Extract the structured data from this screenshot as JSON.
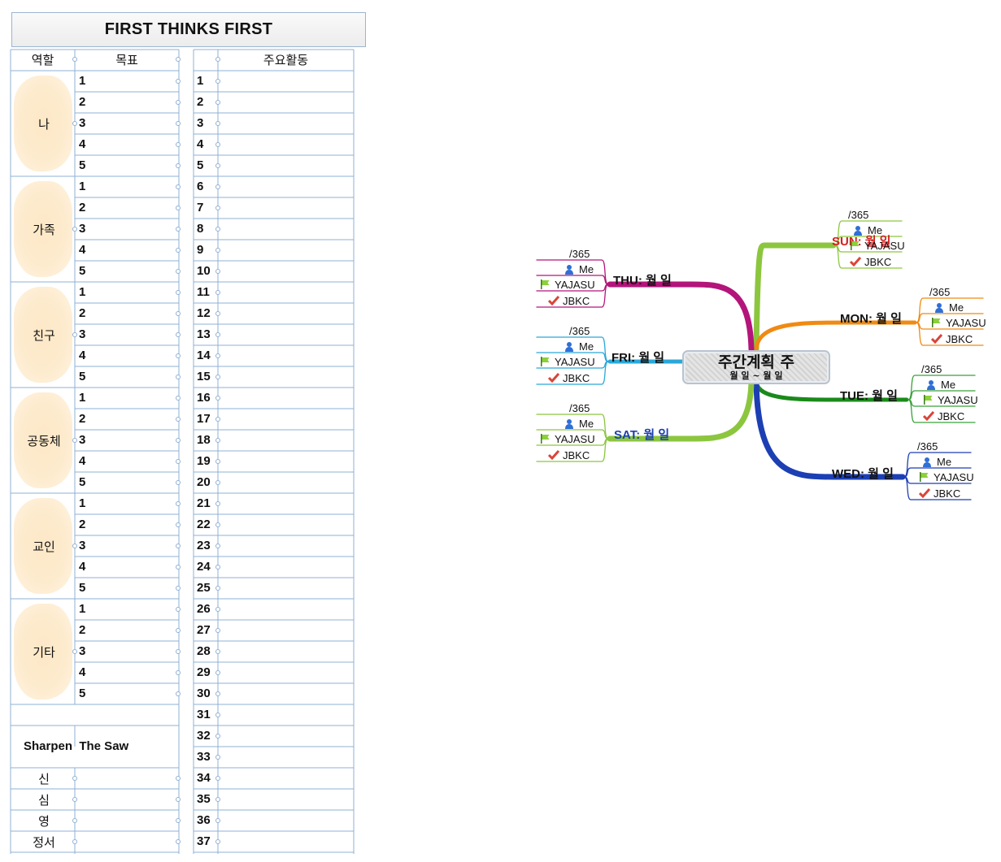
{
  "planner": {
    "title": "FIRST THINKS FIRST",
    "headers": {
      "role": "역할",
      "goal": "목표",
      "activity": "주요활동"
    },
    "roles": [
      "나",
      "가족",
      "친구",
      "공동체",
      "교인",
      "기타"
    ],
    "goal_numbers": [
      "1",
      "2",
      "3",
      "4",
      "5"
    ],
    "activity_count": 37,
    "sharpen_label": "Sharpen  The Saw",
    "sharpen_items": [
      "신",
      "심",
      "영",
      "정서"
    ]
  },
  "mindmap": {
    "central": {
      "title": "주간계획 주",
      "subtitle": "월 일 ~ 월 일"
    },
    "days": [
      {
        "label": "SUN: 월 일",
        "color": "#d42020",
        "branch": "#8cc63f",
        "leaf_line": "#8cc63f",
        "side": "right"
      },
      {
        "label": "MON: 월 일",
        "color": "#111111",
        "branch": "#f08a12",
        "leaf_line": "#f08a12",
        "side": "right"
      },
      {
        "label": "TUE: 월 일",
        "color": "#111111",
        "branch": "#1a8a1a",
        "leaf_line": "#3aa03a",
        "side": "right"
      },
      {
        "label": "WED: 월 일",
        "color": "#111111",
        "branch": "#1c3fb3",
        "leaf_line": "#1c3fb3",
        "side": "right"
      },
      {
        "label": "THU: 월 일",
        "color": "#111111",
        "branch": "#b3157a",
        "leaf_line": "#b3157a",
        "side": "left"
      },
      {
        "label": "FRI: 월 일",
        "color": "#111111",
        "branch": "#29a8d8",
        "leaf_line": "#29a8d8",
        "side": "left"
      },
      {
        "label": "SAT: 월 일",
        "color": "#1c3fb3",
        "branch": "#8cc63f",
        "leaf_line": "#8cc63f",
        "side": "left"
      }
    ],
    "leaves": {
      "count": "/365",
      "person": "Me",
      "flag": "YAJASU",
      "check": "JBKC"
    },
    "icons": {
      "person": "person-icon",
      "flag": "flag-icon",
      "check": "checkmark-icon"
    }
  }
}
